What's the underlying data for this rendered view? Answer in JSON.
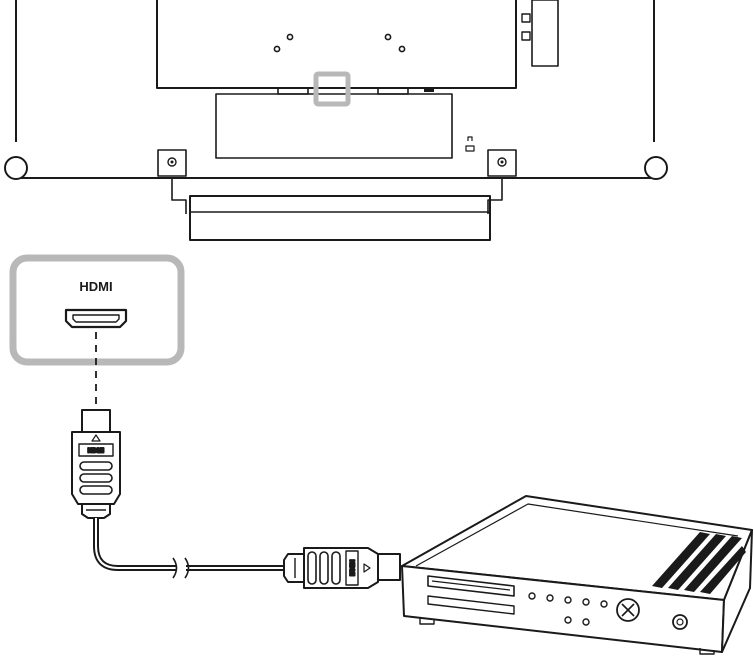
{
  "labels": {
    "port_label": "HDMI",
    "plug_text": "HDMI"
  },
  "colors": {
    "line": "#1a1a1a",
    "highlight": "#b8b8b8",
    "background": "#ffffff"
  },
  "icons": [
    "monitor-rear-outline",
    "hdmi-port-icon",
    "hdmi-plug-icon",
    "av-player-device"
  ]
}
